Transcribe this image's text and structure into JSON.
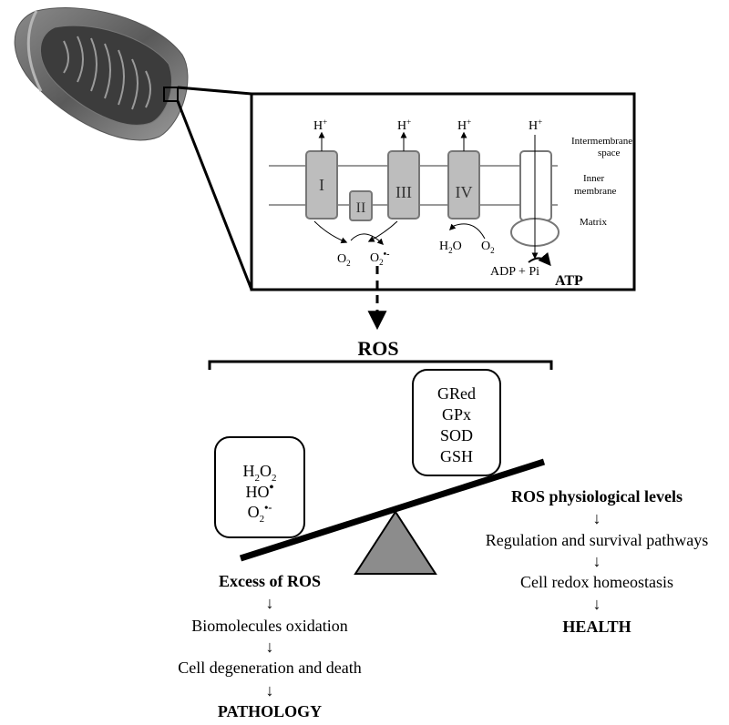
{
  "inset": {
    "membrane_labels": {
      "intermembrane_1": "Intermembrane",
      "intermembrane_2": "space",
      "inner_1": "Inner",
      "inner_2": "membrane",
      "matrix": "Matrix"
    },
    "complexes": [
      "I",
      "II",
      "III",
      "IV"
    ],
    "proton": {
      "base": "H",
      "charge": "+"
    },
    "o2": {
      "base": "O",
      "sub": "2"
    },
    "superoxide": {
      "base": "O",
      "sub": "2",
      "sup": "•-"
    },
    "water": {
      "pre": "H",
      "sub": "2",
      "post": "O"
    },
    "adp_pi": "ADP + Pi",
    "atp": "ATP"
  },
  "ros_title": "ROS",
  "antioxidants": [
    "GRed",
    "GPx",
    "SOD",
    "GSH"
  ],
  "ros_species": {
    "h2o2": {
      "a": "H",
      "s1": "2",
      "b": "O",
      "s2": "2"
    },
    "hydroxyl": {
      "base": "HO",
      "sup": "•"
    },
    "superoxide": {
      "base": "O",
      "sub": "2",
      "sup": "•-"
    }
  },
  "left_pathway": {
    "heading": "Excess of ROS",
    "arrow": "↓",
    "step1": "Biomolecules oxidation",
    "step2": "Cell degeneration and death",
    "outcome": "PATHOLOGY"
  },
  "right_pathway": {
    "heading": "ROS physiological levels",
    "arrow": "↓",
    "step1": "Regulation and survival pathways",
    "step2": "Cell redox homeostasis",
    "outcome": "HEALTH"
  }
}
